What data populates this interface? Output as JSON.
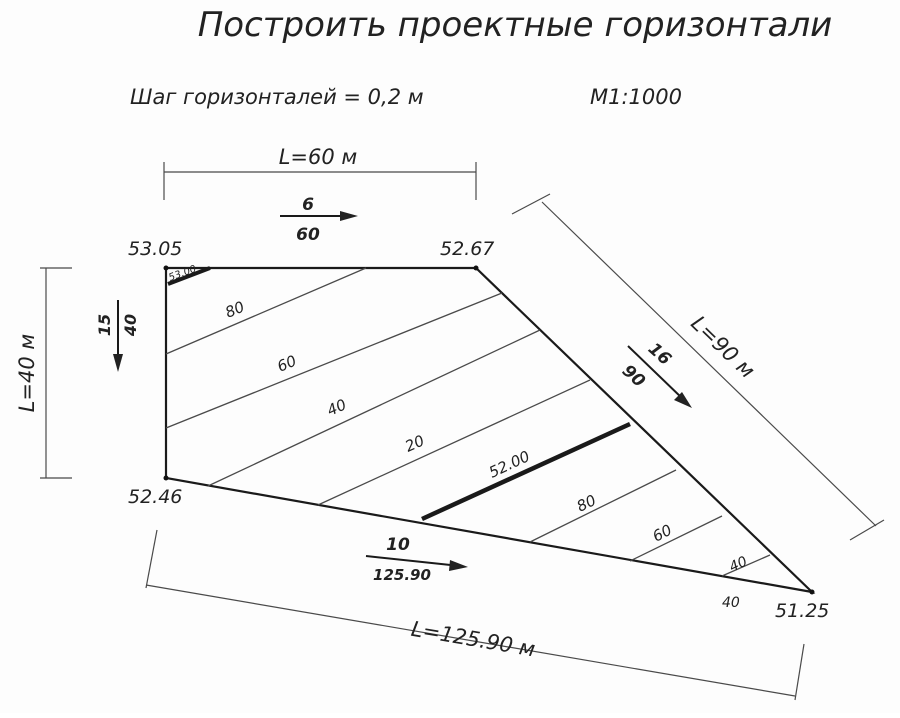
{
  "title": "Построить проектные горизонтали",
  "contour_step": "Шаг горизонталей = 0,2 м",
  "scale": "M1:1000",
  "vertices": {
    "top_left": "53.05",
    "top_right": "52.67",
    "bottom_left": "52.46",
    "bottom_right": "51.25"
  },
  "dimensions": {
    "top": "L=60 м",
    "left": "L=40 м",
    "diagonal": "L=90 м",
    "bottom": "L=125.90 м"
  },
  "slopes": {
    "top": {
      "num": "6",
      "den": "60"
    },
    "left": {
      "num": "15",
      "den": "40"
    },
    "diagonal": {
      "num": "16",
      "den": "90"
    },
    "bottom": {
      "num": "10",
      "den": "125.90"
    }
  },
  "contour_labels": {
    "c_top": "53.00",
    "c80a": "80",
    "c60a": "60",
    "c40a": "40",
    "c20": "20",
    "c_main": "52.00",
    "c80b": "80",
    "c60b": "60",
    "c40b": "40",
    "c40c": "40"
  }
}
